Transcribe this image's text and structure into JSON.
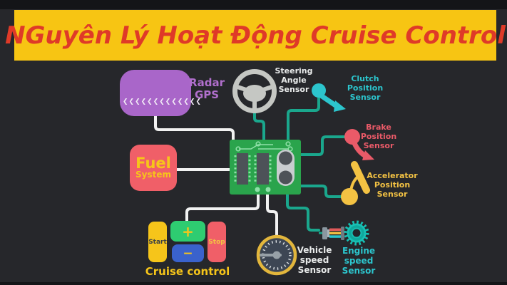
{
  "title": "NGuyên Lý Hoạt Động Cruise Control",
  "radar": {
    "line1": "Radar",
    "line2": "GPS",
    "chevrons": "❮❮❮❮❮❮❮❮❮❮❮❮❮"
  },
  "fuel": {
    "line1": "Fuel",
    "line2": "System"
  },
  "sensors": {
    "steering": {
      "l1": "Steering",
      "l2": "Angle",
      "l3": "Sensor"
    },
    "clutch": {
      "l1": "Clutch",
      "l2": "Position",
      "l3": "Sensor"
    },
    "brake": {
      "l1": "Brake",
      "l2": "Position",
      "l3": "Sensor"
    },
    "accelerator": {
      "l1": "Accelerator",
      "l2": "Position",
      "l3": "Sensor"
    },
    "engine": {
      "l1": "Engine",
      "l2": "speed",
      "l3": "Sensor"
    },
    "vehicle": {
      "l1": "Vehicle",
      "l2": "speed",
      "l3": "Sensor"
    }
  },
  "cruise": {
    "start": "Start",
    "plus": "+",
    "minus": "−",
    "stop": "Stop",
    "label": "Cruise control"
  },
  "colors": {
    "bg": "#26272b",
    "edge": "#141518",
    "banner-bg": "#f7c513",
    "banner-text": "#df3a28",
    "purple-box": "#a966c9",
    "purple-text": "#b06fcc",
    "fuel-box": "#f05f68",
    "yellow": "#f6c51a",
    "ecu": "#2aa44c",
    "ecu-trace": "#8fe0a8",
    "chip": "#4d5258",
    "capsule": "#c9cdd0",
    "line-white": "#f2f2f2",
    "line-teal": "#1aa78d",
    "teal-icon": "#2cc5cd",
    "brake": "#ea5a68",
    "accel": "#f3c243",
    "gear": "#17c0b4",
    "gauge-ring": "#e2b63c",
    "gauge-face": "#3d4654",
    "needle": "#97a0a7",
    "wheel": "#c5c7c3",
    "btn-green": "#2ecc71",
    "btn-blue": "#3a62cc",
    "btn-red": "#f05f68",
    "text-white": "#e9ebeb",
    "text-dark": "#3b4046"
  }
}
